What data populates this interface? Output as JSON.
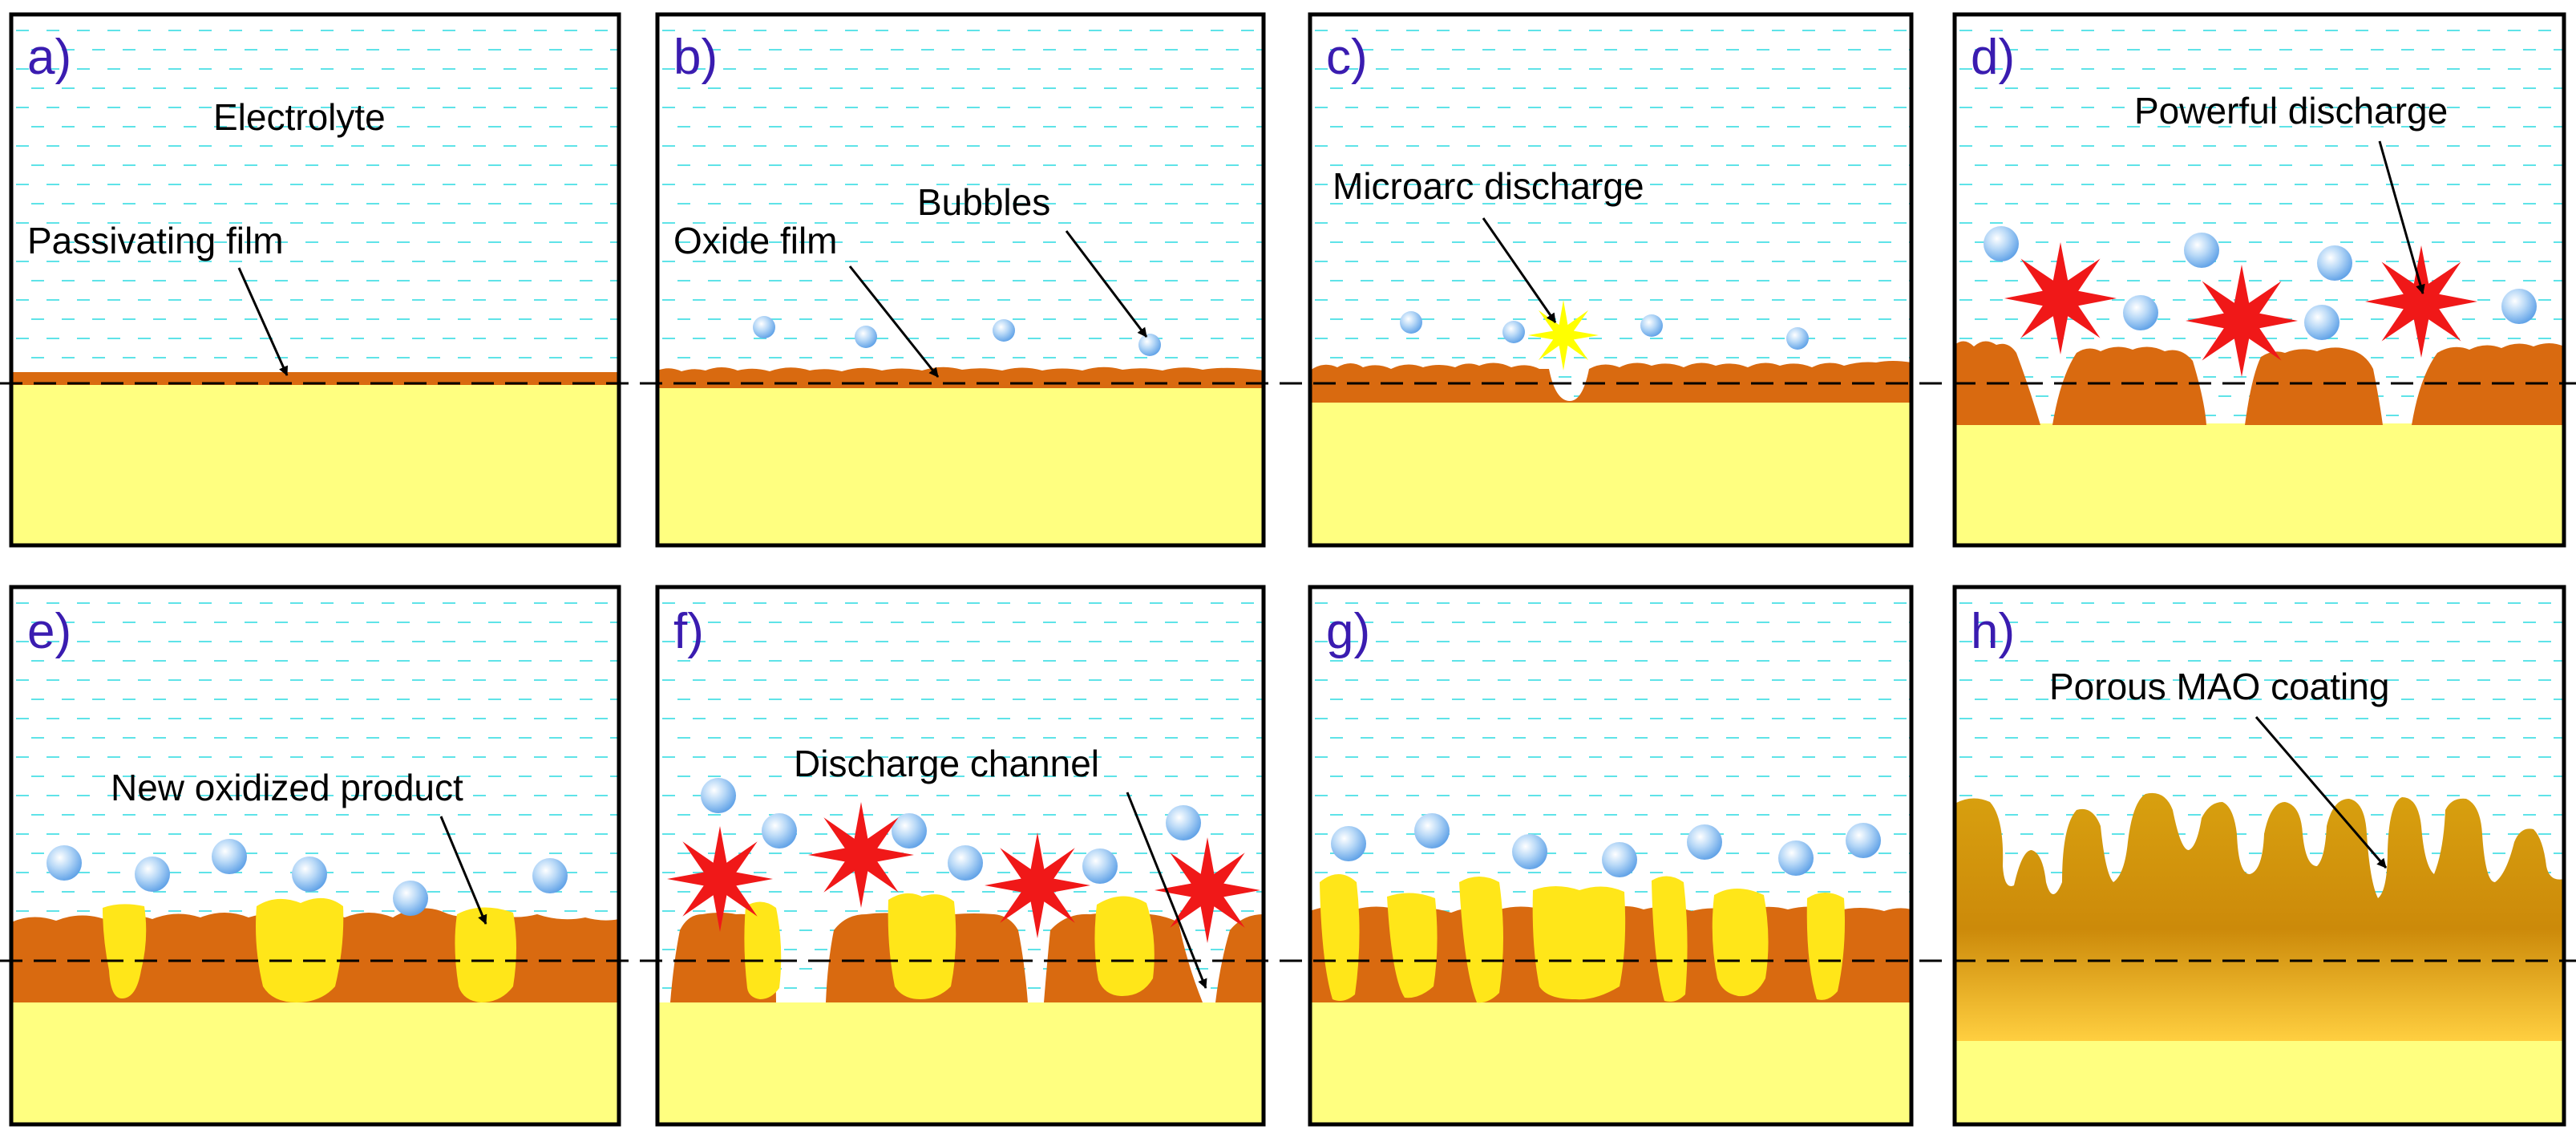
{
  "colors": {
    "electrolyte": "#ffffff",
    "wave": "#5fe3e8",
    "substrate": "#ffff80",
    "oxide": "#d96a10",
    "product": "#ffe619",
    "coating_top": "#c8900f",
    "coating_bottom": "#ffd54a",
    "bubble": "#7ab8f0",
    "discharge_red": "#f01818",
    "discharge_yellow": "#ffff00",
    "panel_label": "#3a1cb0",
    "border": "#000000"
  },
  "panels": [
    {
      "id": "a",
      "label": "a)",
      "texts": [
        "Electrolyte",
        "Passivating film"
      ]
    },
    {
      "id": "b",
      "label": "b)",
      "texts": [
        "Oxide film",
        "Bubbles"
      ]
    },
    {
      "id": "c",
      "label": "c)",
      "texts": [
        "Microarc discharge"
      ]
    },
    {
      "id": "d",
      "label": "d)",
      "texts": [
        "Powerful discharge"
      ]
    },
    {
      "id": "e",
      "label": "e)",
      "texts": [
        "New oxidized product"
      ]
    },
    {
      "id": "f",
      "label": "f)",
      "texts": [
        "Discharge channel"
      ]
    },
    {
      "id": "g",
      "label": "g)",
      "texts": []
    },
    {
      "id": "h",
      "label": "h)",
      "texts": [
        "Porous MAO coating"
      ]
    }
  ]
}
